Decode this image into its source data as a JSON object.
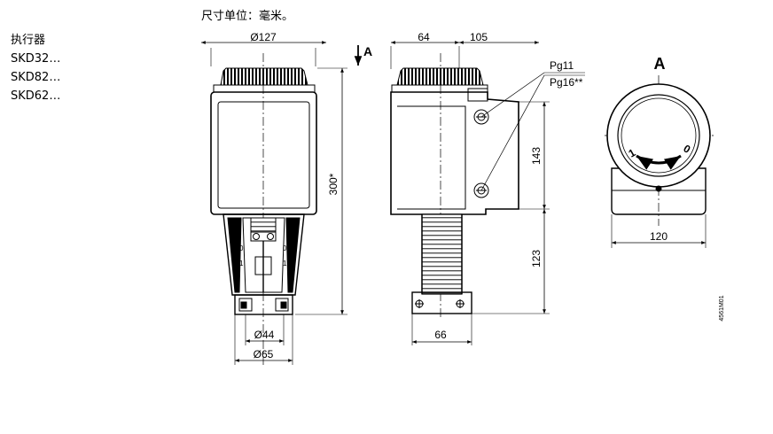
{
  "header": {
    "units_note": "尺寸单位：毫米。"
  },
  "sidebar": {
    "title": "执行器",
    "models": [
      "SKD32…",
      "SKD82…",
      "SKD62…"
    ]
  },
  "front_view": {
    "dia_top": "Ø127",
    "height": "300*",
    "dia_inner": "Ø44",
    "dia_outer": "Ø65",
    "view_arrow_label": "A"
  },
  "side_view": {
    "top_left": "64",
    "top_right": "105",
    "cable_1": "Pg11",
    "cable_2": "Pg16**",
    "height_upper": "143",
    "height_lower": "123",
    "bottom_width": "66"
  },
  "view_a": {
    "title": "A",
    "width": "120",
    "dial_1": "1",
    "dial_0": "0"
  },
  "drawing_id": "4561M01"
}
